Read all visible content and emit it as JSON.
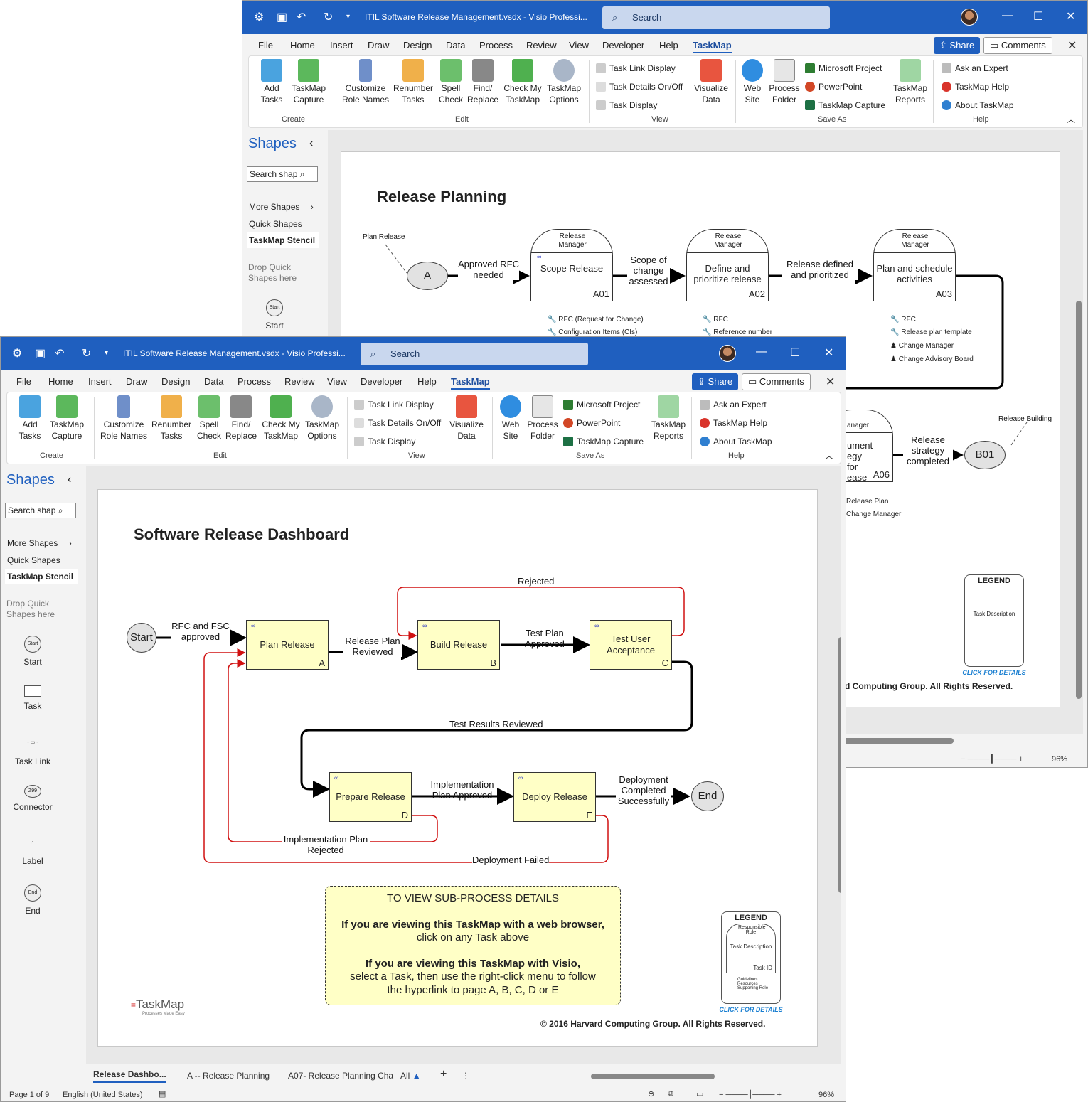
{
  "app": {
    "title": "ITIL Software Release Management.vsdx  -  Visio Professi...",
    "search_placeholder": "Search",
    "share": "Share",
    "comments": "Comments"
  },
  "menu": [
    "File",
    "Home",
    "Insert",
    "Draw",
    "Design",
    "Data",
    "Process",
    "Review",
    "View",
    "Developer",
    "Help",
    "TaskMap"
  ],
  "ribbon": {
    "create": {
      "label": "Create",
      "add_tasks": "Add Tasks",
      "taskmap_capture": "TaskMap Capture"
    },
    "edit": {
      "label": "Edit",
      "customize": "Customize Role Names",
      "renumber": "Renumber Tasks",
      "spell": "Spell Check",
      "find": "Find/ Replace",
      "check": "Check My TaskMap",
      "options": "TaskMap Options"
    },
    "view": {
      "label": "View",
      "task_link": "Task Link Display",
      "task_details": "Task Details On/Off",
      "task_display": "Task Display",
      "visualize": "Visualize Data"
    },
    "save_as": {
      "label": "Save As",
      "web_site": "Web Site",
      "process_folder": "Process Folder",
      "ms_project": "Microsoft Project",
      "powerpoint": "PowerPoint",
      "taskmap_capture": "TaskMap Capture",
      "reports": "TaskMap Reports"
    },
    "help": {
      "label": "Help",
      "ask": "Ask an Expert",
      "help": "TaskMap Help",
      "about": "About TaskMap"
    }
  },
  "shapes": {
    "title": "Shapes",
    "search": "Search shap",
    "more": "More Shapes",
    "quick": "Quick Shapes",
    "stencil": "TaskMap Stencil",
    "drop": "Drop Quick Shapes here",
    "items": [
      "Start",
      "Task",
      "Task Link",
      "Connector",
      "Label",
      "End"
    ]
  },
  "back_doc": {
    "title": "Release Planning",
    "plan_release_label": "Plan Release",
    "start_node": "A",
    "flows": [
      "Approved RFC needed",
      "Scope of change assessed",
      "Release defined and prioritized",
      "Release strategy completed"
    ],
    "tasks": [
      {
        "role": "Release Manager",
        "name": "Scope Release",
        "id": "A01",
        "resources": [
          "RFC (Request for Change)",
          "Configuration Items (CIs)"
        ]
      },
      {
        "role": "Release Manager",
        "name": "Define and prioritize release",
        "id": "A02",
        "resources": [
          "RFC",
          "Reference number"
        ]
      },
      {
        "role": "Release Manager",
        "name": "Plan and schedule activities",
        "id": "A03",
        "resources": [
          "RFC",
          "Release plan template",
          "Change Manager",
          "Change Advisory Board"
        ]
      },
      {
        "role": "anager",
        "name": "ument egy for ease",
        "id": "A06",
        "resources": [
          "Release Plan",
          "Change Manager"
        ]
      }
    ],
    "end_node": "B01",
    "release_building": "Release Building",
    "copyright": "d Computing Group. All Rights Reserved.",
    "zoom": "96%"
  },
  "front_doc": {
    "title": "Software Release Dashboard",
    "start": "Start",
    "end": "End",
    "tasks": [
      {
        "name": "Plan Release",
        "id": "A"
      },
      {
        "name": "Build Release",
        "id": "B"
      },
      {
        "name": "Test User Acceptance",
        "id": "C"
      },
      {
        "name": "Prepare Release",
        "id": "D"
      },
      {
        "name": "Deploy Release",
        "id": "E"
      }
    ],
    "flows": {
      "rfc": "RFC and FSC approved",
      "reviewed": "Release Plan Reviewed",
      "approved": "Test Plan Approved",
      "rejected": "Rejected",
      "results": "Test Results Reviewed",
      "impl_approved": "Implementation Plan Approved",
      "deployed": "Deployment Completed Successfully",
      "impl_rejected": "Implementation Plan Rejected",
      "failed": "Deployment Failed"
    },
    "note": {
      "heading": "TO VIEW SUB-PROCESS DETAILS",
      "web_bold": "If you are viewing this TaskMap with a web browser,",
      "web_text": "click on any Task above",
      "visio_bold": "If you are viewing this TaskMap with Visio,",
      "visio_text1": "select a Task, then use the right-click menu to follow",
      "visio_text2": "the hyperlink to page A, B, C, D or E"
    },
    "legend": {
      "title": "LEGEND",
      "role": "Responsible Role",
      "desc": "Task Description",
      "id": "Task ID",
      "g": "Guidelines",
      "r": "Resources",
      "s": "Supporting Role",
      "click": "CLICK FOR DETAILS"
    },
    "logo": "TaskMap",
    "logo_tag": "Processes Made Easy",
    "copyright": "© 2016 Harvard Computing Group. All Rights Reserved.",
    "tabs": [
      "Release  Dashbo...",
      "A -- Release Planning",
      "A07- Release Planning Cha",
      "All"
    ],
    "status": {
      "page": "Page 1 of 9",
      "lang": "English (United States)",
      "zoom": "96%"
    }
  }
}
